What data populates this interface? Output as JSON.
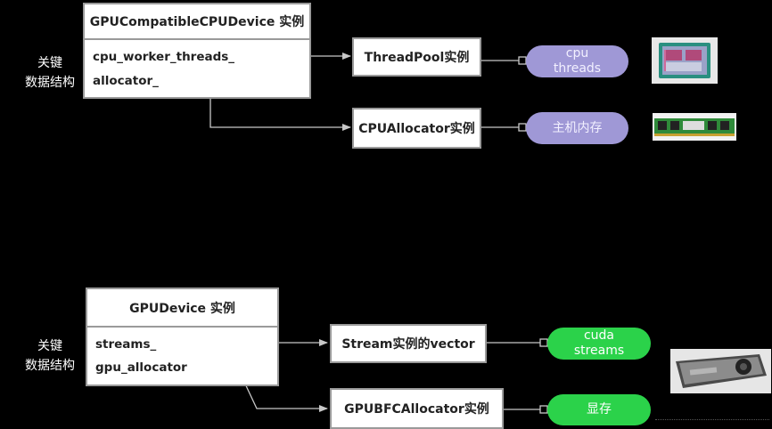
{
  "cpu_section": {
    "title": "GPUCompatibleCPUDevice 实例",
    "side_label_line1": "关键",
    "side_label_line2": "数据结构",
    "fields": [
      "cpu_worker_threads_",
      "allocator_"
    ],
    "targets": [
      "ThreadPool实例",
      "CPUAllocator实例"
    ],
    "resources": [
      {
        "line1": "cpu",
        "line2": "threads"
      },
      {
        "line1": "主机内存",
        "line2": ""
      }
    ],
    "pill_color": "#9f98d6"
  },
  "gpu_section": {
    "title": "GPUDevice 实例",
    "side_label_line1": "关键",
    "side_label_line2": "数据结构",
    "fields": [
      "streams_",
      "gpu_allocator"
    ],
    "targets": [
      "Stream实例的vector",
      "GPUBFCAllocator实例"
    ],
    "resources": [
      {
        "line1": "cuda",
        "line2": "streams"
      },
      {
        "line1": "显存",
        "line2": ""
      }
    ],
    "pill_color": "#2bd24a"
  },
  "images": [
    "cpu-chip-image",
    "ram-module-image",
    "gpu-card-image"
  ]
}
